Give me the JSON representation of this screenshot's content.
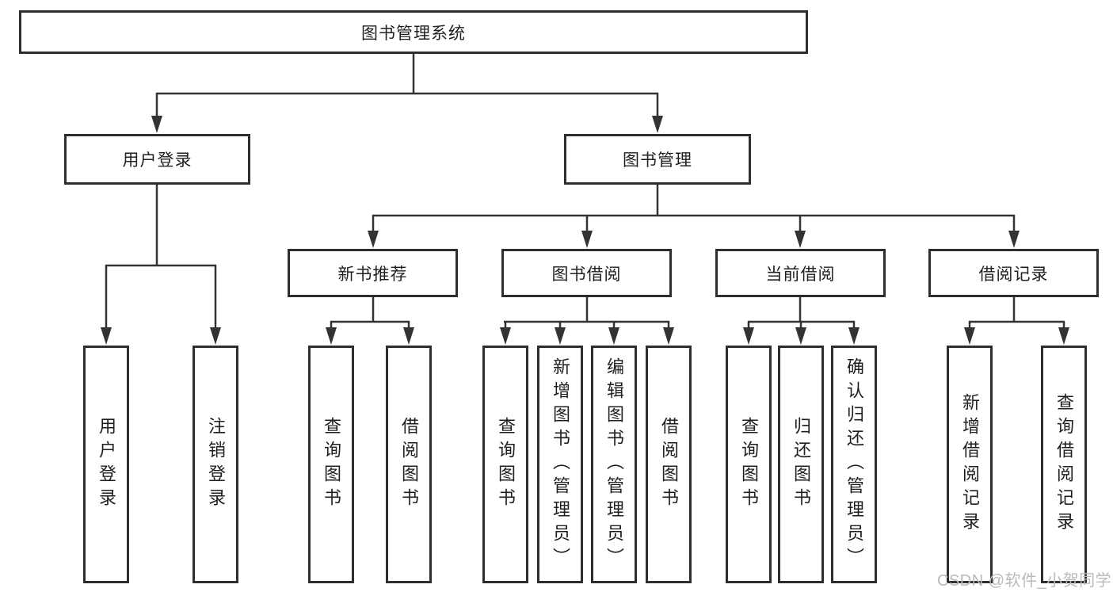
{
  "tree": {
    "label": "图书管理系统",
    "children": [
      {
        "label": "用户登录",
        "children": [
          {
            "label": "用户登录"
          },
          {
            "label": "注销登录"
          }
        ]
      },
      {
        "label": "图书管理",
        "children": [
          {
            "label": "新书推荐",
            "children": [
              {
                "label": "查询图书"
              },
              {
                "label": "借阅图书"
              }
            ]
          },
          {
            "label": "图书借阅",
            "children": [
              {
                "label": "查询图书"
              },
              {
                "label": "新增图书（管理员）"
              },
              {
                "label": "编辑图书（管理员）"
              },
              {
                "label": "借阅图书"
              }
            ]
          },
          {
            "label": "当前借阅",
            "children": [
              {
                "label": "查询图书"
              },
              {
                "label": "归还图书"
              },
              {
                "label": "确认归还（管理员）"
              }
            ]
          },
          {
            "label": "借阅记录",
            "children": [
              {
                "label": "新增借阅记录"
              },
              {
                "label": "查询借阅记录"
              }
            ]
          }
        ]
      }
    ]
  },
  "colors": {
    "line": "#333333",
    "border": "#2e2e2e",
    "text": "#1f1f1f",
    "watermark": "#b9b9be",
    "background": "#ffffff"
  },
  "watermark": "CSDN @软件_小贺同学"
}
